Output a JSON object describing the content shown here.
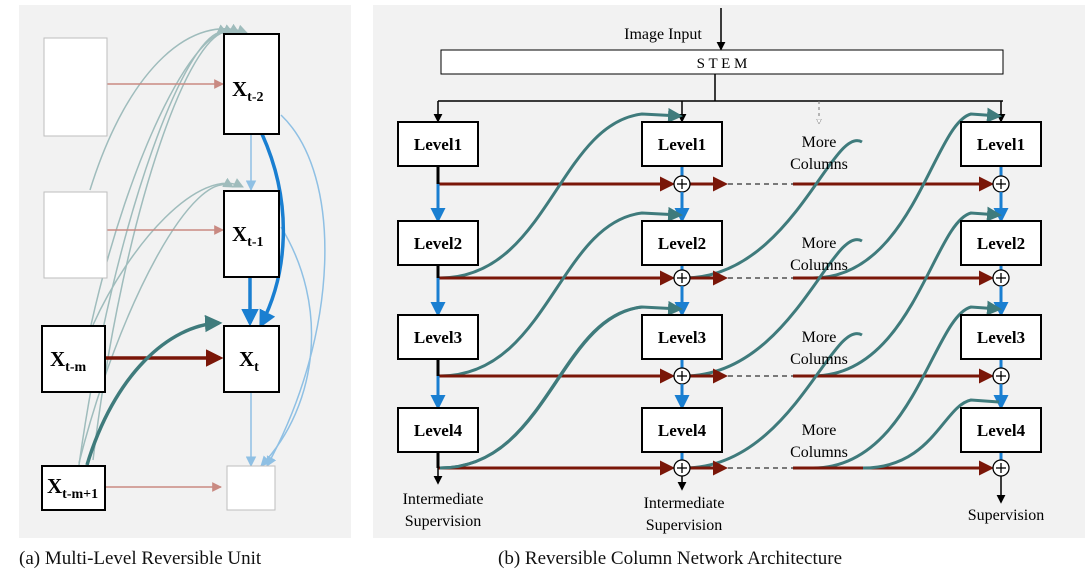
{
  "panel_a": {
    "units": {
      "t2": {
        "base": "X",
        "sub": "t-2"
      },
      "t1": {
        "base": "X",
        "sub": "t-1"
      },
      "t": {
        "base": "X",
        "sub": "t"
      },
      "tm": {
        "base": "X",
        "sub": "t-m"
      },
      "tm1": {
        "base": "X",
        "sub": "t-m+1"
      }
    },
    "caption": "(a) Multi-Level Reversible Unit"
  },
  "panel_b": {
    "image_input": "Image Input",
    "stem": "S T E M",
    "levels": [
      "Level1",
      "Level2",
      "Level3",
      "Level4"
    ],
    "more_line1": "More",
    "more_line2": "Columns",
    "intermediate_line1": "Intermediate",
    "intermediate_line2": "Supervision",
    "supervision": "Supervision",
    "caption": "(b) Reversible Column Network Architecture"
  },
  "colors": {
    "teal": "#3f7b7c",
    "dark_red": "#7a1608",
    "blue": "#1a7fd1",
    "light_blue": "#8fc0e4",
    "pale_teal": "#9fbcbc",
    "salmon": "#c98a82",
    "panel_bg": "#f2f2f2"
  }
}
